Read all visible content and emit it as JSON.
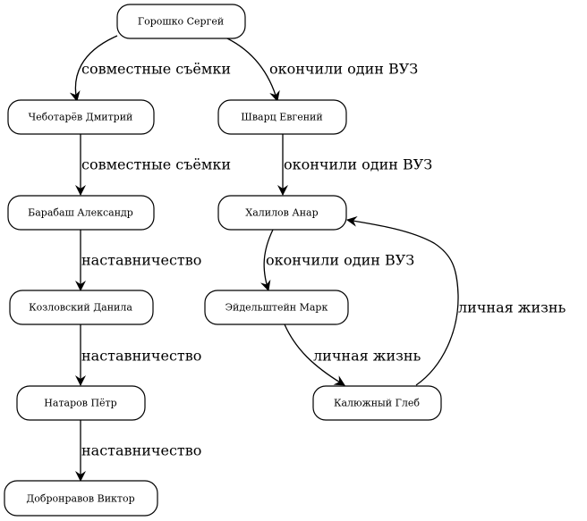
{
  "diagram": {
    "type": "directed-graph",
    "nodes": [
      {
        "id": "gr",
        "label": "Горошко Сергей"
      },
      {
        "id": "ch",
        "label": "Чеботарёв Дмитрий"
      },
      {
        "id": "sh",
        "label": "Шварц Евгений"
      },
      {
        "id": "ba",
        "label": "Барабаш Александр"
      },
      {
        "id": "kh",
        "label": "Халилов Анар"
      },
      {
        "id": "ko",
        "label": "Козловский Данила"
      },
      {
        "id": "ei",
        "label": "Эйдельштейн Марк"
      },
      {
        "id": "na",
        "label": "Натаров Пётр"
      },
      {
        "id": "ka",
        "label": "Калюжный Глеб"
      },
      {
        "id": "do",
        "label": "Добронравов Виктор"
      }
    ],
    "edges": [
      {
        "from": "gr",
        "to": "ch",
        "label": "совместные съёмки"
      },
      {
        "from": "gr",
        "to": "sh",
        "label": "окончили один ВУЗ"
      },
      {
        "from": "ch",
        "to": "ba",
        "label": "совместные съёмки"
      },
      {
        "from": "sh",
        "to": "kh",
        "label": "окончили один ВУЗ"
      },
      {
        "from": "ba",
        "to": "ko",
        "label": "наставничество"
      },
      {
        "from": "kh",
        "to": "ei",
        "label": "окончили один ВУЗ"
      },
      {
        "from": "ko",
        "to": "na",
        "label": "наставничество"
      },
      {
        "from": "ei",
        "to": "ka",
        "label": "личная жизнь"
      },
      {
        "from": "ka",
        "to": "kh",
        "label": "личная жизнь"
      },
      {
        "from": "na",
        "to": "do",
        "label": "наставничество"
      }
    ]
  }
}
